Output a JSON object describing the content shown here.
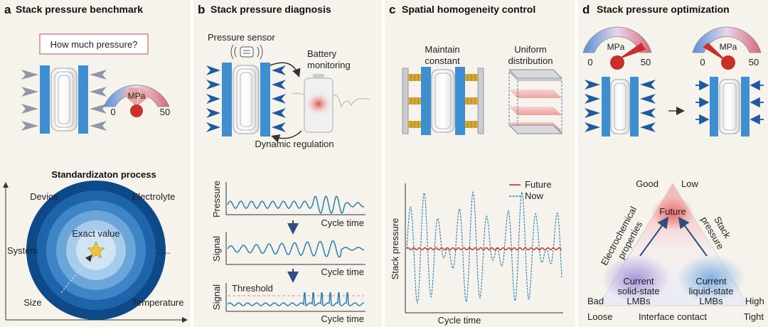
{
  "panels": {
    "a": {
      "letter": "a",
      "title": "Stack pressure benchmark",
      "question": "How much pressure?",
      "gauge_unit": "MPa",
      "gauge_min": "0",
      "gauge_max": "50",
      "process_title": "Standardizaton process",
      "labels": {
        "device": "Device",
        "electrolyte": "Electrolyte",
        "system": "System",
        "ellipsis": "......",
        "size": "Size",
        "temperature": "Temperature",
        "exact": "Exact value"
      }
    },
    "b": {
      "letter": "b",
      "title": "Stack pressure diagnosis",
      "sensor": "Pressure sensor",
      "battery1": "Battery",
      "battery2": "monitoring",
      "regulation": "Dynamic regulation",
      "signals": [
        {
          "ylabel": "Pressure",
          "xlabel": "Cycle time"
        },
        {
          "ylabel": "Signal",
          "xlabel": "Cycle time"
        },
        {
          "ylabel": "Signal",
          "xlabel": "Cycle time"
        }
      ],
      "threshold": "Threshold"
    },
    "c": {
      "letter": "c",
      "title": "Spatial homogeneity control",
      "maintain1": "Maintain",
      "maintain2": "constant",
      "uniform1": "Uniform",
      "uniform2": "distribution",
      "ylabel": "Stack pressure",
      "xlabel": "Cycle time",
      "legend_future": "Future",
      "legend_now": "Now"
    },
    "d": {
      "letter": "d",
      "title": "Stack pressure optimization",
      "gauge_unit": "MPa",
      "gauge_min": "0",
      "gauge_max": "50",
      "good": "Good",
      "low": "Low",
      "future": "Future",
      "electro1": "Electrochemical",
      "electro2": "properties",
      "stack1": "Stack",
      "stack2": "pressure",
      "solid1": "Current",
      "solid2": "solid-state",
      "solid3": "LMBs",
      "liquid1": "Current",
      "liquid2": "liquid-state",
      "liquid3": "LMBs",
      "bad": "Bad",
      "high": "High",
      "loose": "Loose",
      "tight": "Tight",
      "interface": "Interface contact"
    }
  },
  "colors": {
    "panel_bg": "#f5f3ec",
    "electrode": "#3f8fd0",
    "arrow": "#1f5a9e",
    "signal": "#2a7fb3",
    "ring_dark": "#0e4a8a",
    "gauge_red": "#c9302c",
    "gold": "#d4a93a"
  }
}
